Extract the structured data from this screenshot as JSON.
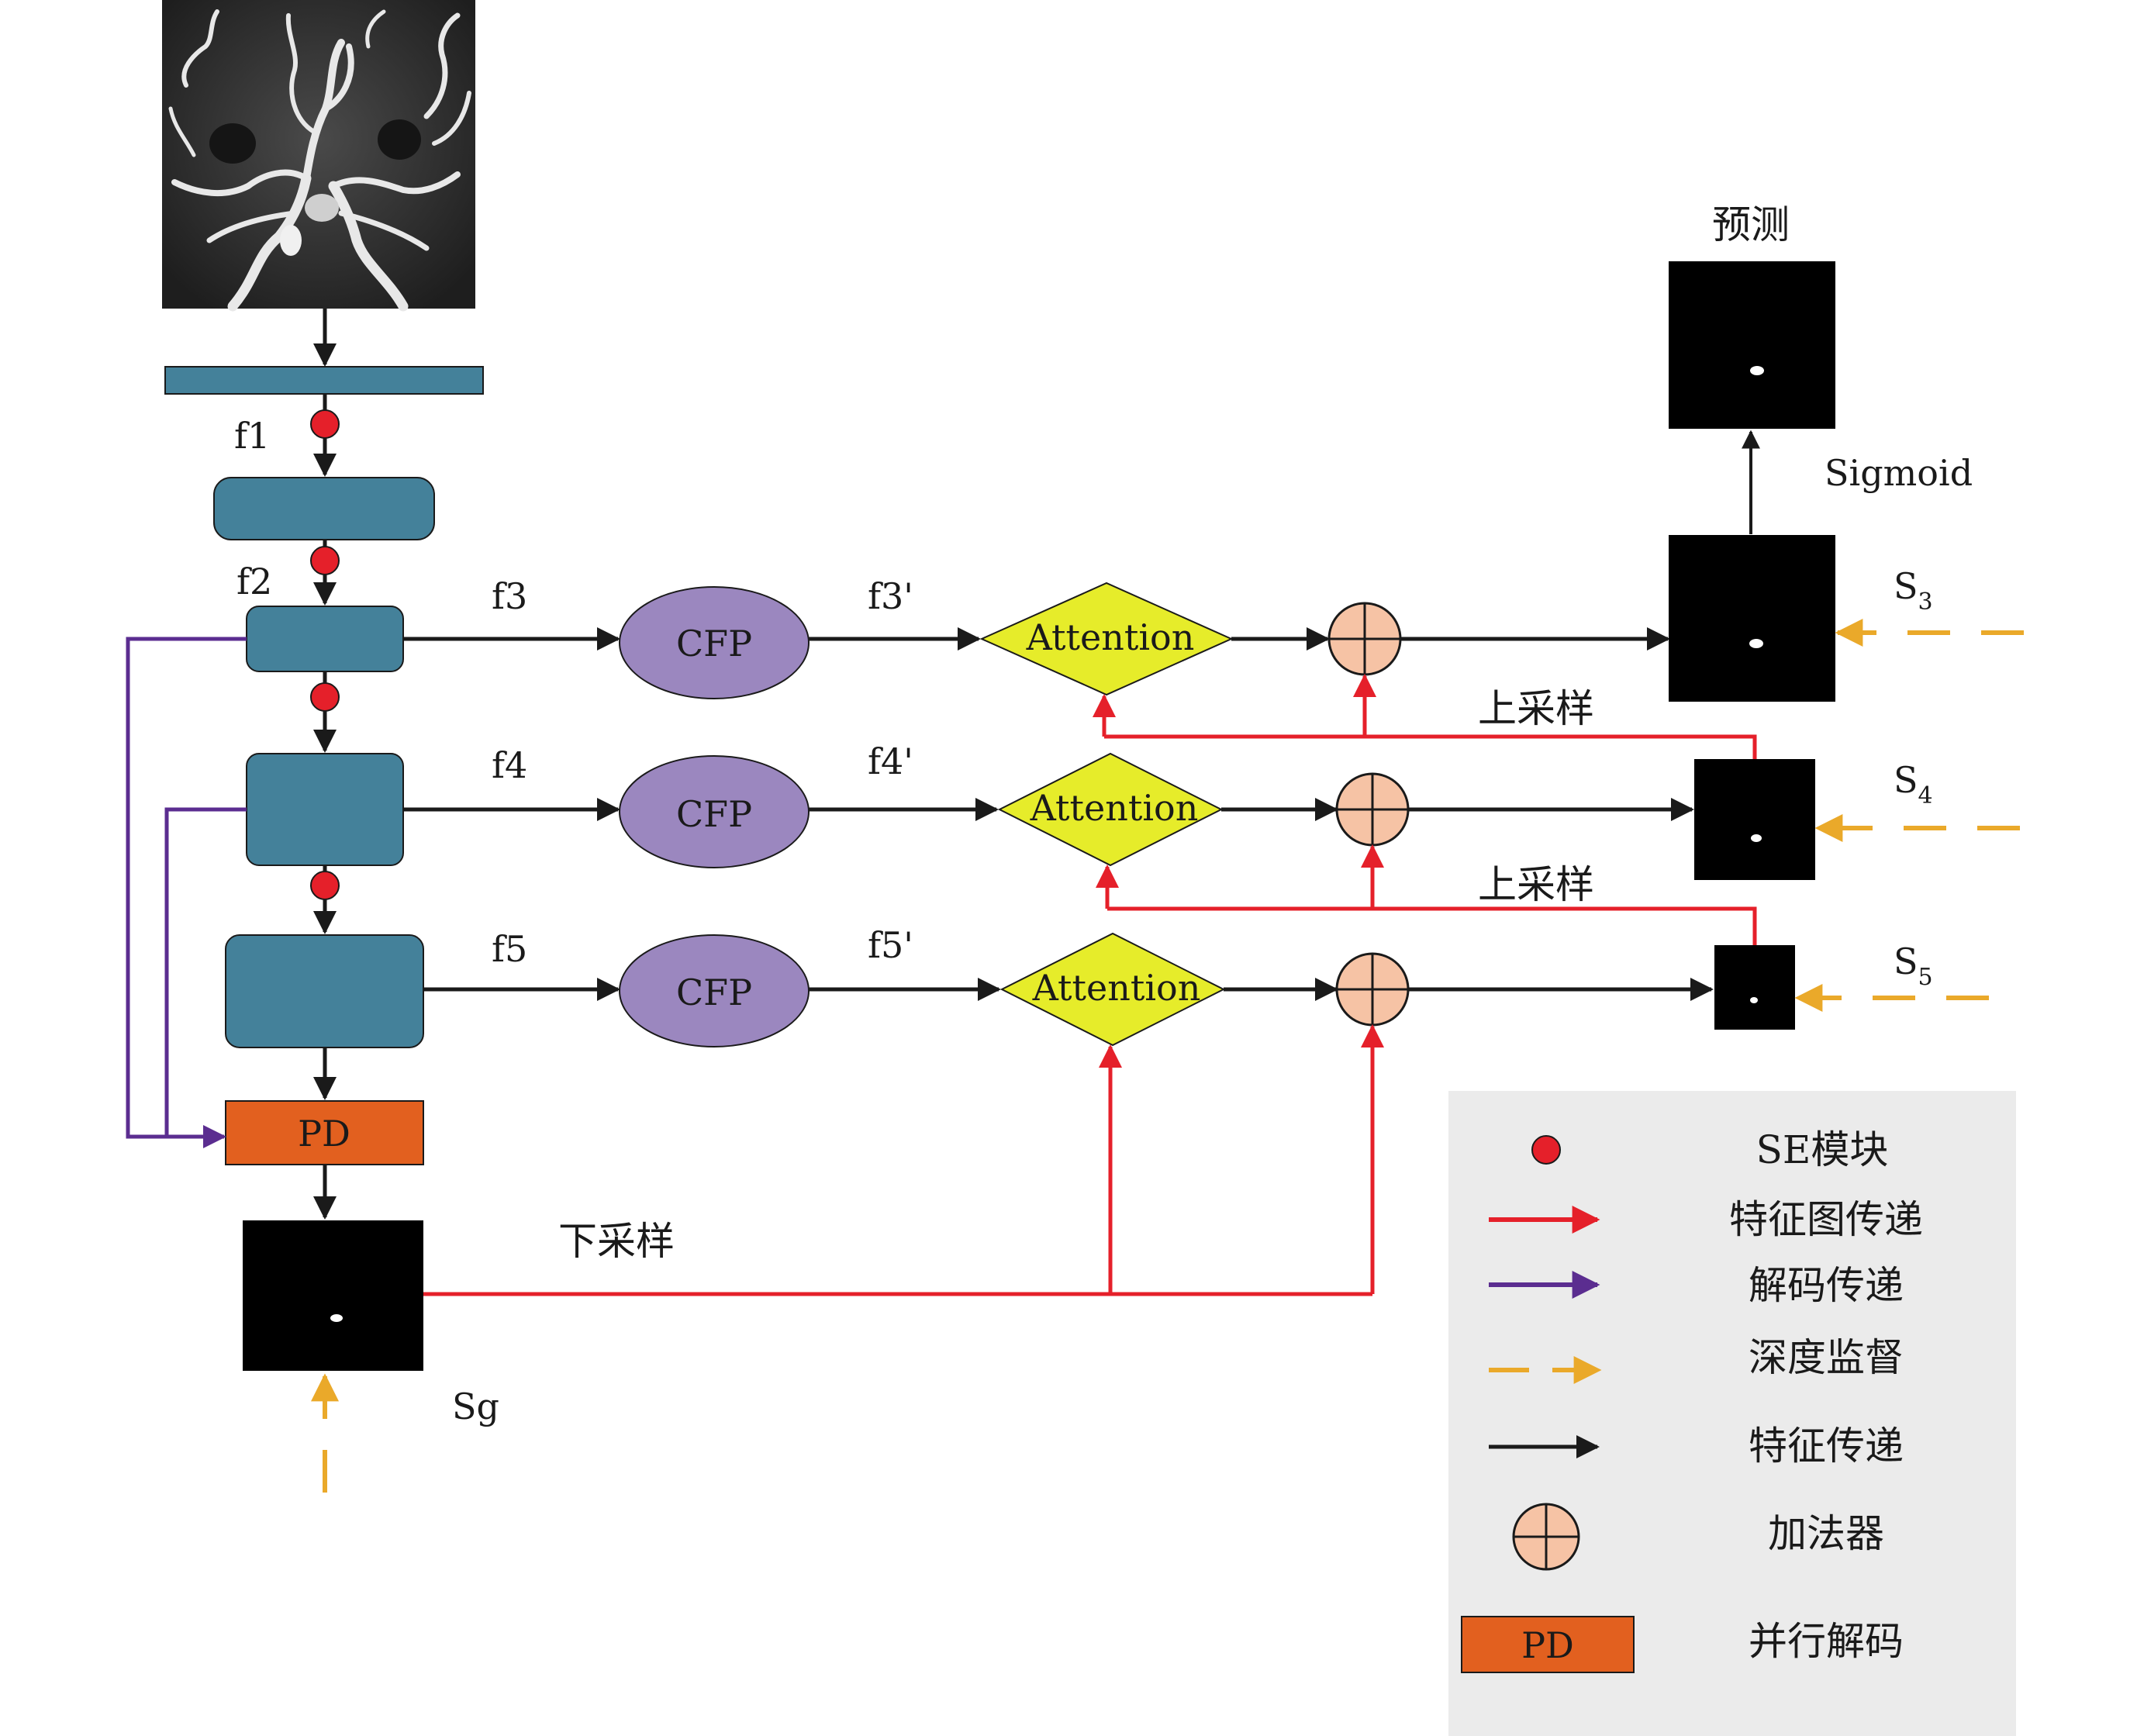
{
  "labels": {
    "f1": "f1",
    "f2": "f2",
    "f3": "f3",
    "f4": "f4",
    "f5": "f5",
    "f3p": "f3'",
    "f4p": "f4'",
    "f5p": "f5'",
    "prediction": "预测",
    "sigmoid": "Sigmoid",
    "upsample_1": "上采样",
    "upsample_2": "上采样",
    "downsample": "下采样",
    "sg": "Sg",
    "s3_main": "S",
    "s3_sub": "3",
    "s4_main": "S",
    "s4_sub": "4",
    "s5_main": "S",
    "s5_sub": "5"
  },
  "nodes": {
    "cfp_3": "CFP",
    "cfp_4": "CFP",
    "cfp_5": "CFP",
    "attention_3": "Attention",
    "attention_4": "Attention",
    "attention_5": "Attention",
    "pd": "PD"
  },
  "legend": {
    "se_module": "SE模块",
    "feature_map_pass": "特征图传递",
    "decode_pass": "解码传递",
    "deep_supervision": "深度监督",
    "feature_pass": "特征传递",
    "adder": "加法器",
    "pd_box": "PD",
    "parallel_decode": "并行解码"
  },
  "colors": {
    "encoder_block": "#44819a",
    "cfp": "#9b87bf",
    "attention": "#e6ec2a",
    "adder": "#f6c3a5",
    "pd": "#e2601f",
    "se_dot": "#e5202a",
    "red_arrow": "#e5202a",
    "purple_arrow": "#5b2d90",
    "orange_dash": "#eaa92a",
    "black_arrow": "#1a1a1a",
    "legend_bg": "#ebebeb"
  }
}
